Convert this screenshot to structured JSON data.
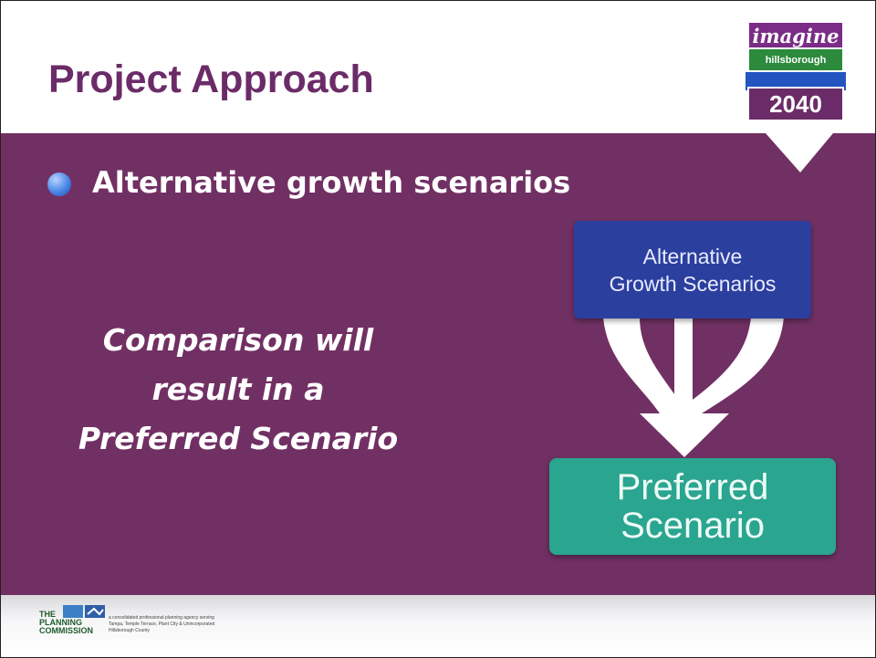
{
  "slide": {
    "title": "Project Approach",
    "bullet": "Alternative growth scenarios",
    "comparison_lines": [
      "Comparison will",
      "result in a",
      "Preferred Scenario"
    ]
  },
  "diagram": {
    "top_box_lines": [
      "Alternative",
      "Growth Scenarios"
    ],
    "bottom_box_lines": [
      "Preferred",
      "Scenario"
    ]
  },
  "logo": {
    "line1": "imagine",
    "line2": "hillsborough",
    "line3": "2040"
  },
  "footer": {
    "org_line1": "THE",
    "org_line2": "PLANNING",
    "org_line3": "COMMISSION",
    "tagline": "a consolidated professional planning agency serving Tampa, Temple Terrace, Plant City & Unincorporated Hillsborough County"
  },
  "colors": {
    "title": "#6b2b68",
    "panel": "#713063",
    "alt_box": "#2b3f9e",
    "preferred_box": "#2aa58f"
  }
}
